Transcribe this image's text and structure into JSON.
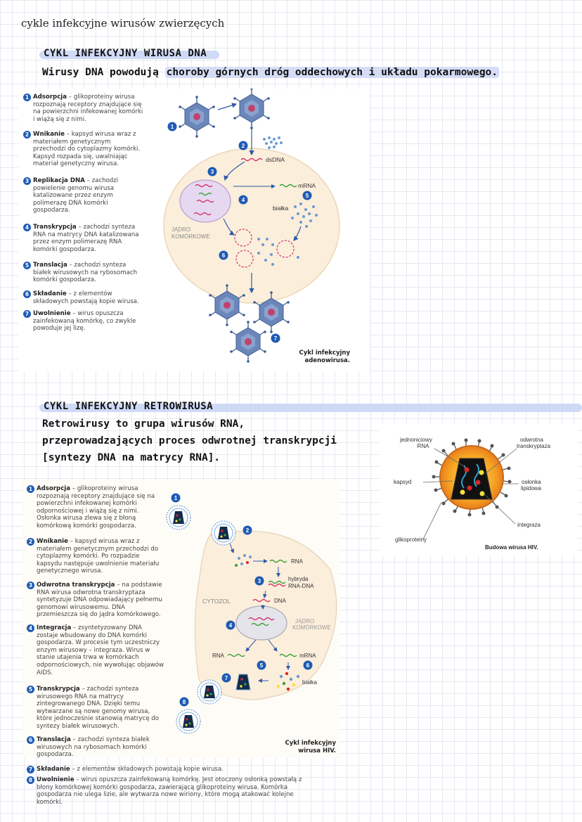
{
  "page": {
    "title": "cykle infekcyjne wirusów zwierzęcych"
  },
  "dna": {
    "heading": "CYKL INFEKCYJNY WIRUSA DNA",
    "subtitle_pre": "Wirusy DNA powodują ",
    "subtitle_hl": "choroby górnych dróg oddechowych i układu pokarmowego.",
    "steps": [
      {
        "n": "1",
        "name": "Adsorpcja",
        "text": " – glikoproteiny wirusa rozpoznają receptory znajdujące się na powierzchni infekowanej komórki i wiążą się z nimi."
      },
      {
        "n": "2",
        "name": "Wnikanie",
        "text": " – kapsyd wirusa wraz z materiałem genetycznym przechodzi do cytoplazmy komórki. Kapsyd rozpada się, uwalniając materiał genetyczny wirusa."
      },
      {
        "n": "3",
        "name": "Replikacja DNA",
        "text": " – zachodzi powielenie genomu wirusa katalizowane przez enzym polimerazę DNA komórki gospodarza."
      },
      {
        "n": "4",
        "name": "Transkrypcja",
        "text": " – zachodzi synteza RNA na matrycy DNA katalizowana przez enzym polimerazę RNA komórki gospodarza."
      },
      {
        "n": "5",
        "name": "Translacja",
        "text": " – zachodzi synteza białek wirusowych na rybosomach komórki gospodarza."
      },
      {
        "n": "6",
        "name": "Składanie",
        "text": " – z elementów składowych powstają kopie wirusa."
      },
      {
        "n": "7",
        "name": "Uwolnienie",
        "text": " – wirus opuszcza zainfekowaną komórkę, co zwykle powoduje jej lizę."
      }
    ],
    "diagram": {
      "dsdna": "dsDNA",
      "mrna": "mRNA",
      "bialka": "białka",
      "nucleus_1": "JĄDRO",
      "nucleus_2": "KOMÓRKOWE",
      "caption_1": "Cykl infekcyjny",
      "caption_2": "adenowirusa.",
      "markers": [
        "1",
        "2",
        "3",
        "4",
        "5",
        "6",
        "7"
      ]
    }
  },
  "retro": {
    "heading": "CYKL INFEKCYJNY RETROWIRUSA",
    "subtitle_1": "Retrowirusy to grupa wirusów RNA,",
    "subtitle_2": "przeprowadzających proces odwrotnej transkrypcji",
    "subtitle_3": "[syntezy DNA na matrycy RNA].",
    "hiv": {
      "rna_1": "jednoniciowy",
      "rna_2": "RNA",
      "rt_1": "odwrotna",
      "rt_2": "transkryptaza",
      "kapsyd": "kapsyd",
      "lip_1": "osłonka",
      "lip_2": "lipidowa",
      "integraza": "integraza",
      "glikoproteiny": "glikoproteiny",
      "caption": "Budowa wirusa HIV."
    },
    "steps": [
      {
        "n": "1",
        "name": "Adsorpcja",
        "text": " – glikoproteiny wirusa rozpoznają receptory znajdujące się na powierzchni infekowanej komórki odpornościowej i wiążą się z nimi. Osłonka wirusa zlewa się z błoną komórkową komórki gospodarza."
      },
      {
        "n": "2",
        "name": "Wnikanie",
        "text": " – kapsyd wirusa wraz z materiałem genetycznym przechodzi do cytoplazmy komórki. Po rozpadzie kapsydu następuje uwolnienie materiału genetycznego wirusa."
      },
      {
        "n": "3",
        "name": "Odwrotna transkrypcja",
        "text": " – na podstawie RNA wirusa odwrotna transkryptaza syntetyzuje DNA odpowiadający pełnemu genomowi wirusowemu. DNA przemieszcza się do jądra komórkowego."
      },
      {
        "n": "4",
        "name": "Integracja",
        "text": " – zsyntetyzowany DNA zostaje wbudowany do DNA komórki gospodarza. W procesie tym uczestniczy enzym wirusowy – integraza. Wirus w stanie utajenia trwa w komórkach odpornościowych, nie wywołując objawów AIDS."
      },
      {
        "n": "5",
        "name": "Transkrypcja",
        "text": " – zachodzi synteza wirusowego RNA na matrycy zintegrowanego DNA. Dzięki temu wytwarzane są nowe genomy wirusa, które jednocześnie stanowią matrycę do syntezy białek wirusowych."
      },
      {
        "n": "6",
        "name": "Translacja",
        "text": " – zachodzi synteza białek wirusowych na rybosomach komórki gospodarza."
      }
    ],
    "steps_wide": [
      {
        "n": "7",
        "name": "Składanie",
        "text": " – z elementów składowych powstają kopie wirusa."
      },
      {
        "n": "8",
        "name": "Uwolnienie",
        "text": " – wirus opuszcza zainfekowaną komórkę. Jest otoczony osłonką powstałą z błony komórkowej komórki gospodarza, zawierającą glikoproteiny wirusa. Komórka gospodarza nie ulega lizie, ale wytwarza nowe wiriony, które mogą atakować kolejne komórki."
      }
    ],
    "diagram": {
      "rna": "RNA",
      "hybryda_1": "hybryda",
      "hybryda_2": "RNA-DNA",
      "cytozol": "CYTOZOL",
      "dna": "DNA",
      "nucleus_1": "JĄDRO",
      "nucleus_2": "KOMÓRKOWE",
      "rna2": "RNA",
      "mrna": "mRNA",
      "bialka": "białka",
      "caption_1": "Cykl infekcyjny",
      "caption_2": "wirusa HIV.",
      "markers": [
        "1",
        "2",
        "3",
        "4",
        "5",
        "6",
        "7",
        "8"
      ]
    }
  },
  "colors": {
    "accent_blue": "#1f5bb5",
    "highlight": "#cfdaf7",
    "cell": "#fbeedb",
    "nucleus": "#e6d8f0",
    "virus": "#6b86b8"
  }
}
